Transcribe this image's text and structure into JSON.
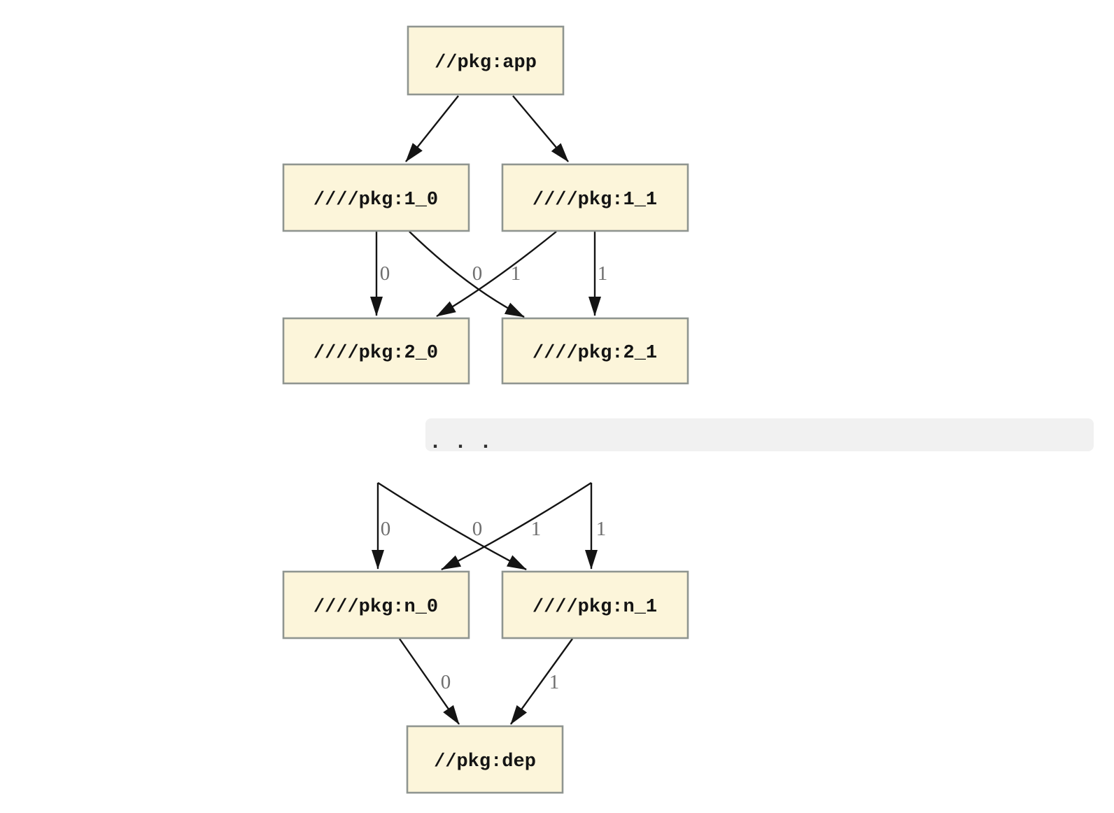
{
  "graph": {
    "nodes": [
      {
        "id": "app",
        "label": "//pkg:app"
      },
      {
        "id": "1_0",
        "label": "////pkg:1_0"
      },
      {
        "id": "1_1",
        "label": "////pkg:1_1"
      },
      {
        "id": "2_0",
        "label": "////pkg:2_0"
      },
      {
        "id": "2_1",
        "label": "////pkg:2_1"
      },
      {
        "id": "n_0",
        "label": "////pkg:n_0"
      },
      {
        "id": "n_1",
        "label": "////pkg:n_1"
      },
      {
        "id": "dep",
        "label": "//pkg:dep"
      }
    ],
    "ellipsis": ". . .",
    "edges": [
      {
        "from": "app",
        "to": "1_0",
        "label": ""
      },
      {
        "from": "app",
        "to": "1_1",
        "label": ""
      },
      {
        "from": "1_0",
        "to": "2_0",
        "label": "0"
      },
      {
        "from": "1_1",
        "to": "2_0",
        "label": "0"
      },
      {
        "from": "1_0",
        "to": "2_1",
        "label": "1"
      },
      {
        "from": "1_1",
        "to": "2_1",
        "label": "1"
      },
      {
        "from": "...",
        "to": "n_0",
        "label": "0"
      },
      {
        "from": "...",
        "to": "n_0",
        "label": "0"
      },
      {
        "from": "...",
        "to": "n_1",
        "label": "1"
      },
      {
        "from": "...",
        "to": "n_1",
        "label": "1"
      },
      {
        "from": "n_0",
        "to": "dep",
        "label": "0"
      },
      {
        "from": "n_1",
        "to": "dep",
        "label": "1"
      }
    ]
  },
  "colors": {
    "background": "#ffffff",
    "node_fill": "#fcf5da",
    "node_border": "#8f9590",
    "edge": "#141414",
    "edge_label": "#6f6f6f",
    "ellipsis_bar": "#f1f1f1"
  }
}
